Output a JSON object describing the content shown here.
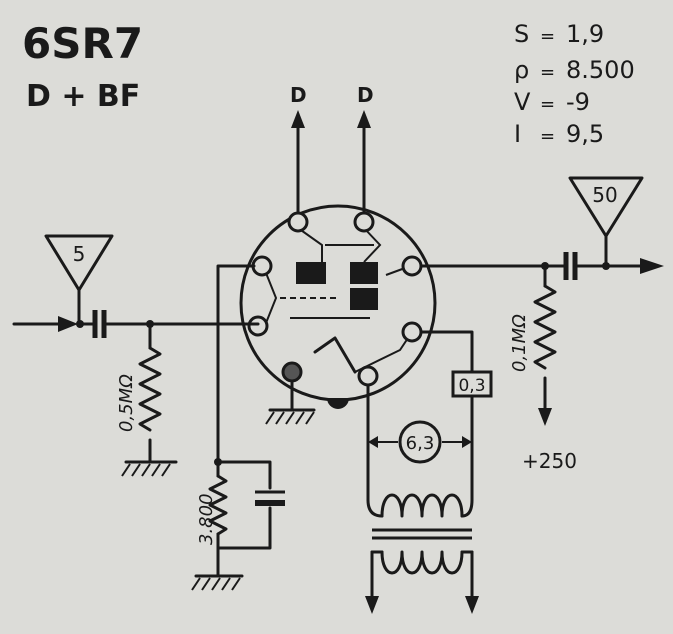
{
  "tube": {
    "type": "6SR7",
    "function": "D + BF"
  },
  "specs": [
    {
      "symbol": "S",
      "value": "1,9"
    },
    {
      "symbol": "ρ",
      "value": "8.500"
    },
    {
      "symbol": "V",
      "value": "-9"
    },
    {
      "symbol": "I",
      "value": "9,5"
    }
  ],
  "labels": {
    "diode_a": "D",
    "diode_b": "D",
    "input_level": "5",
    "output_level": "50",
    "grid_resistor": "0,5MΩ",
    "plate_resistor": "0,1MΩ",
    "cathode_resistor": "3.800",
    "heater_current": "0,3",
    "heater_voltage": "6,3",
    "supply": "+250"
  },
  "colors": {
    "paper": "#dcdcd8",
    "ink": "#1a1a1a"
  }
}
